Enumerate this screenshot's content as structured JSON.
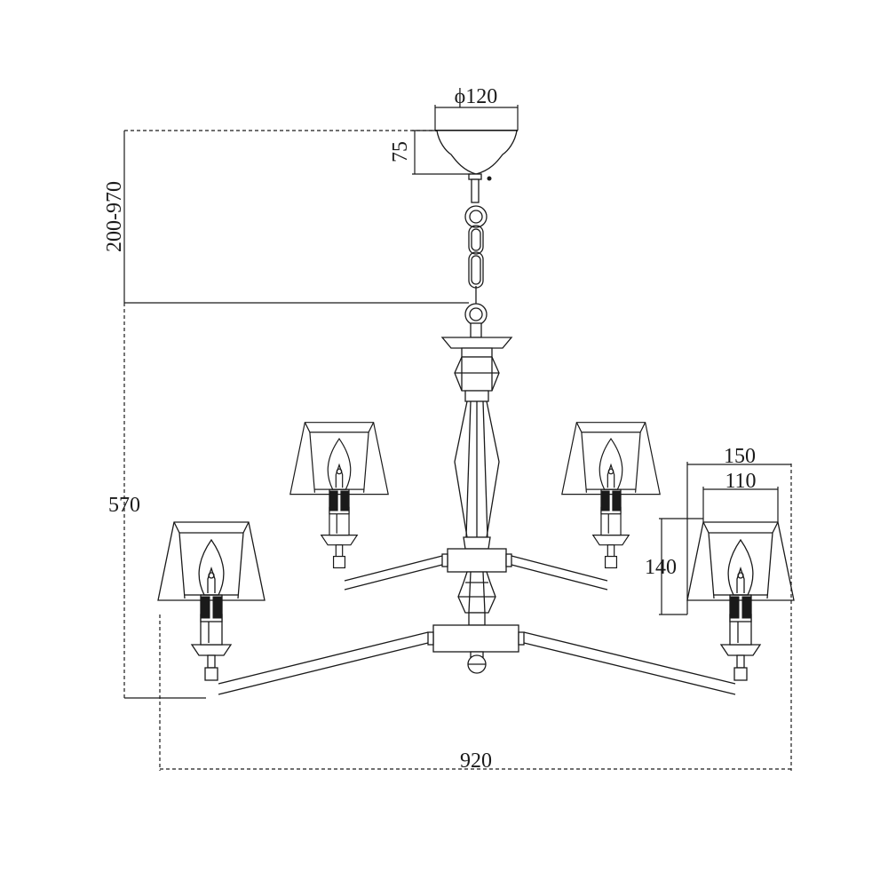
{
  "dimensions": {
    "canopy_diameter": "ϕ120",
    "canopy_height": "75",
    "chain_length": "200-970",
    "body_height": "570",
    "shade_top_width": "110",
    "shade_bottom_width": "150",
    "shade_height": "140",
    "overall_width": "920"
  },
  "colors": {
    "line": "#1a1a1a",
    "background": "#ffffff"
  }
}
